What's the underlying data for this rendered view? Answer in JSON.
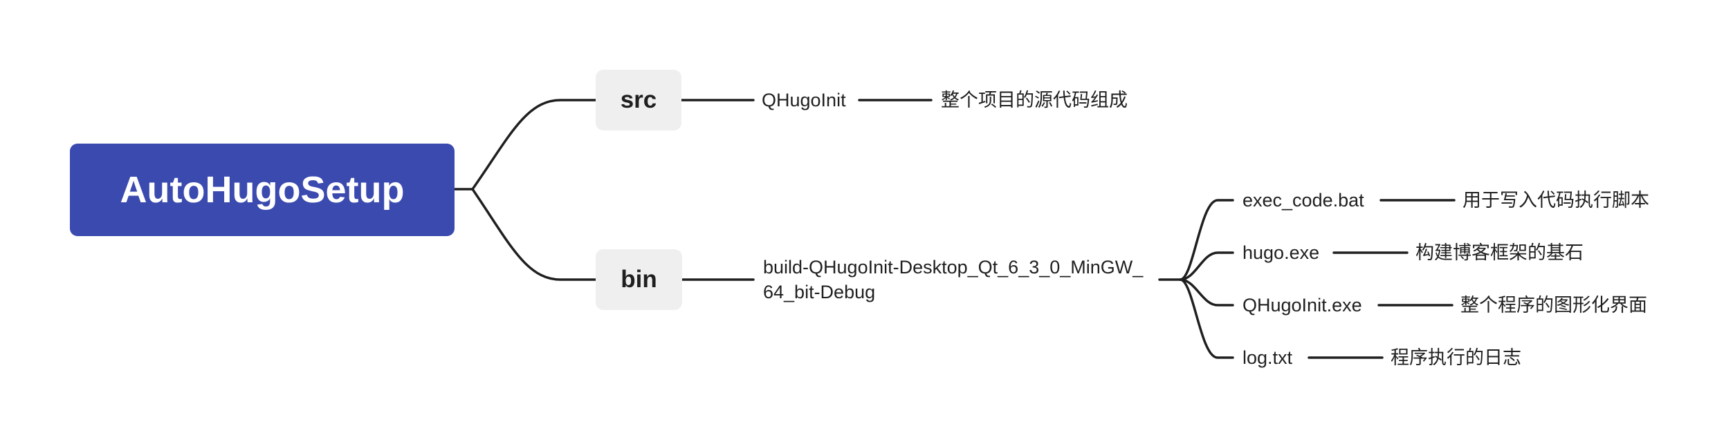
{
  "root": {
    "label": "AutoHugoSetup"
  },
  "branches": {
    "src": {
      "label": "src",
      "child": "QHugoInit",
      "description": "整个项目的源代码组成"
    },
    "bin": {
      "label": "bin",
      "child_line1": "build-QHugoInit-Desktop_Qt_6_3_0_MinGW_",
      "child_line2": "64_bit-Debug",
      "files": [
        {
          "name": "exec_code.bat",
          "description": "用于写入代码执行脚本"
        },
        {
          "name": "hugo.exe",
          "description": "构建博客框架的基石"
        },
        {
          "name": "QHugoInit.exe",
          "description": "整个程序的图形化界面"
        },
        {
          "name": "log.txt",
          "description": "程序执行的日志"
        }
      ]
    }
  },
  "colors": {
    "root_fill": "#3a4aaf",
    "root_text": "#ffffff",
    "branch_fill": "#efefef",
    "line": "#1f1f1f"
  }
}
